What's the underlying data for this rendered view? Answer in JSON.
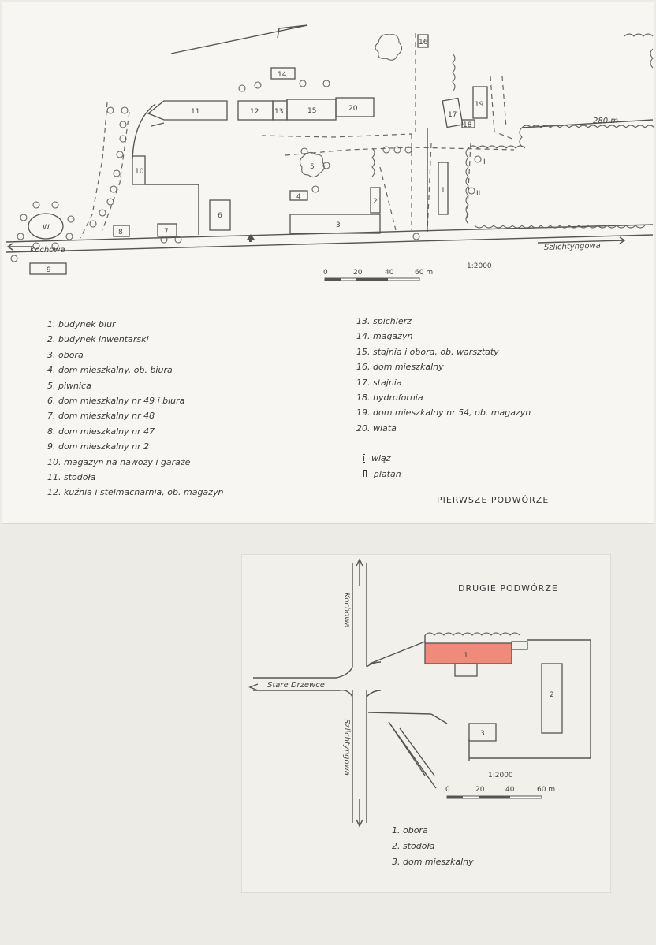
{
  "first_yard": {
    "title": "PIERWSZE PODWÓRZE",
    "streets": {
      "left": "Kochowa",
      "right": "Szlichtyngowa"
    },
    "distance": "280 m",
    "scale": {
      "ratio": "1:2000",
      "ticks": [
        "0",
        "20",
        "40",
        "60 m"
      ]
    },
    "map_marks": {
      "w": "W",
      "b1": "1",
      "b2": "2",
      "b3": "3",
      "b4": "4",
      "b5": "5",
      "b6": "6",
      "b7": "7",
      "b8": "8",
      "b9": "9",
      "b10": "10",
      "b11": "11",
      "b12": "12",
      "b13": "13",
      "b14": "14",
      "b15": "15",
      "b16": "16",
      "b17": "17",
      "b18": "18",
      "b19": "19",
      "b20": "20",
      "t1": "I",
      "t2": "II"
    },
    "legend_left": [
      "1. budynek biur",
      "2. budynek inwentarski",
      "3. obora",
      "4. dom mieszkalny, ob. biura",
      "5. piwnica",
      "6. dom mieszkalny nr 49 i biura",
      "7. dom mieszkalny nr 48",
      "8. dom mieszkalny nr 47",
      "9. dom mieszkalny nr 2",
      "10. magazyn na nawozy i garaże",
      "11. stodoła",
      "12. kuźnia i stelmacharnia, ob. magazyn"
    ],
    "legend_right": [
      "13. spichlerz",
      "14. magazyn",
      "15. stajnia i obora, ob. warsztaty",
      "16. dom mieszkalny",
      "17. stajnia",
      "18. hydrofornia",
      "19. dom mieszkalny nr 54, ob. magazyn",
      "20. wiata"
    ],
    "trees": [
      {
        "mark": "I",
        "name": "wiąz"
      },
      {
        "mark": "II",
        "name": "platan"
      }
    ]
  },
  "second_yard": {
    "title": "DRUGIE PODWÓRZE",
    "streets": {
      "vertical_top": "Kochowa",
      "vertical_bottom": "Szlichtyngowa",
      "left": "Stare Drzewce"
    },
    "scale": {
      "ratio": "1:2000",
      "ticks": [
        "0",
        "20",
        "40",
        "60 m"
      ]
    },
    "map_marks": {
      "b1": "1",
      "b2": "2",
      "b3": "3"
    },
    "highlight_color": "#f08a7a",
    "legend": [
      "1. obora",
      "2. stodoła",
      "3. dom mieszkalny"
    ]
  }
}
